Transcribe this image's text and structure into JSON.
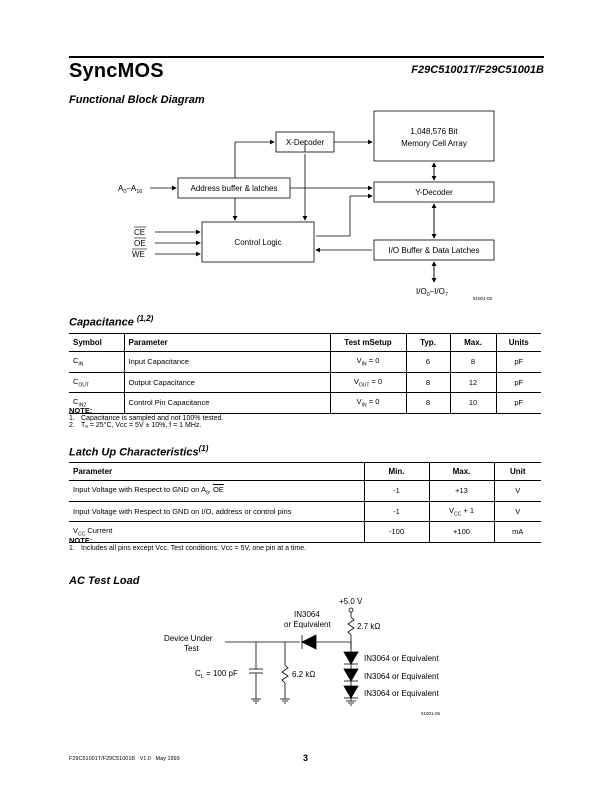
{
  "header": {
    "brand": "SyncMOS",
    "part": "F29C51001T/F29C51001B"
  },
  "block_diagram": {
    "title": "Functional Block Diagram",
    "x_decoder": "X-Decoder",
    "memory_line1": "1,048,576 Bit",
    "memory_line2": "Memory Cell Array",
    "address_buffer": "Address buffer & latches",
    "y_decoder": "Y-Decoder",
    "control_logic": "Control Logic",
    "io_buffer": "I/O Buffer & Data Latches",
    "addr_label": "A",
    "addr_sub0": "0",
    "addr_dash": "–A",
    "addr_sub16": "16",
    "ce": "CE",
    "oe": "OE",
    "we": "WE",
    "io_label1": "I/O",
    "io_sub0": "0",
    "io_dash": "–I/O",
    "io_sub7": "7",
    "fig_id": "51001-05"
  },
  "capacitance": {
    "title": "Capacitance",
    "title_sup": "(1,2)",
    "headers": [
      "Symbol",
      "Parameter",
      "Test mSetup",
      "Typ.",
      "Max.",
      "Units"
    ],
    "rows": [
      {
        "sym": "C",
        "sub": "IN",
        "param": "Input Capacitance",
        "setup": "V",
        "setup_sub": "IN",
        "setup_rest": " = 0",
        "typ": "6",
        "max": "8",
        "unit": "pF"
      },
      {
        "sym": "C",
        "sub": "OUT",
        "param": "Output Capacitance",
        "setup": "V",
        "setup_sub": "OUT",
        "setup_rest": " = 0",
        "typ": "8",
        "max": "12",
        "unit": "pF"
      },
      {
        "sym": "C",
        "sub": "IN2",
        "param": "Control Pin Capacitance",
        "setup": "V",
        "setup_sub": "IN",
        "setup_rest": " = 0",
        "typ": "8",
        "max": "10",
        "unit": "pF"
      }
    ],
    "note_title": "NOTE:",
    "note1_num": "1.",
    "note1": "Capacitance is sampled and not 100% tested.",
    "note2_num": "2.",
    "note2": "Tₐ = 25°C, Vᴄᴄ = 5V ± 10%, f = 1 MHz."
  },
  "latchup": {
    "title": "Latch Up Characteristics",
    "title_sup": "(1)",
    "headers": [
      "Parameter",
      "Min.",
      "Max.",
      "Unit"
    ],
    "rows": [
      {
        "param": "Input Voltage with Respect to GND on A",
        "param_sub": "9",
        "param_rest": ", ",
        "param_over": "OE",
        "min": "-1",
        "max": "+13",
        "unit": "V"
      },
      {
        "param": "Input Voltage with Respect to GND on I/O, address or control pins",
        "param_sub": "",
        "param_rest": "",
        "param_over": "",
        "min": "-1",
        "max": "V",
        "max_sub": "CC",
        "max_rest": " + 1",
        "unit": "V"
      },
      {
        "param": "V",
        "param_sub": "CC",
        "param_rest": " Current",
        "param_over": "",
        "min": "-100",
        "max": "+100",
        "unit": "mA"
      }
    ],
    "note_title": "NOTE:",
    "note1_num": "1.",
    "note1": "Includes all pins except Vᴄᴄ. Test conditions: Vᴄᴄ = 5V, one pin at a time."
  },
  "ac_load": {
    "title": "AC Test Load",
    "vplus": "+5.0 V",
    "diode_label1": "IN3064",
    "diode_label2": "or Equivalent",
    "r1": "2.7 kΩ",
    "dut1": "Device Under",
    "dut2": "Test",
    "cl": "C",
    "cl_sub": "L",
    "cl_rest": " = 100 pF",
    "r2": "6.2 kΩ",
    "d1": "IN3064 or Equivalent",
    "d2": "IN3064 or Equivalent",
    "d3": "IN3064 or Equivalent",
    "fig_id": "51001-06"
  },
  "footer": {
    "left": "F29C51001T/F29C51001B   V1.0   May 1999",
    "page": "3"
  }
}
